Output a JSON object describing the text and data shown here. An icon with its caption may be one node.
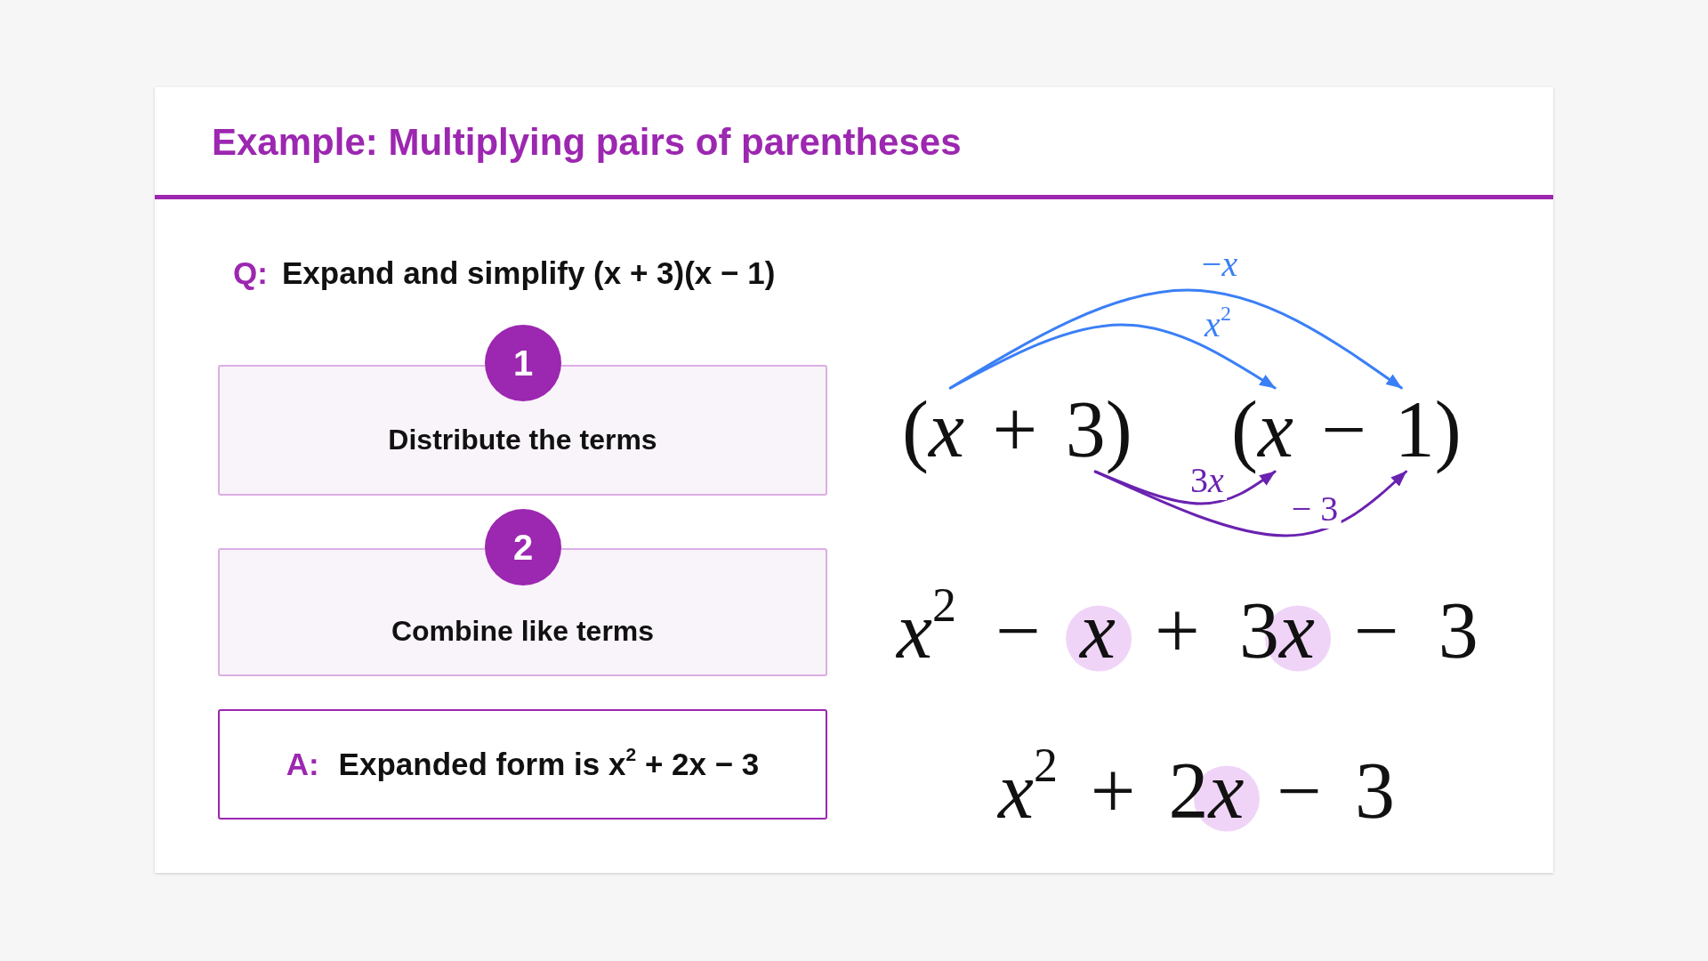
{
  "diagram": {
    "title": "Example: Multiplying pairs of parentheses",
    "nodes": [
      {
        "text": [
          "1"
        ]
      },
      {
        "text": [
          "Distribute the terms"
        ]
      },
      {
        "text": [
          "2"
        ]
      },
      {
        "text": [
          "Combine like terms"
        ]
      },
      {
        "text": [
          "A:",
          "Expanded form is x$^{2}$ + 2x − 3"
        ]
      },
      {
        "text": [
          "(x + 3)"
        ]
      },
      {
        "text": [
          "(x − 1)"
        ]
      }
    ],
    "edges": [
      {
        "from": 5,
        "to": 6,
        "arrow": "to",
        "label": "x$^{2}$",
        "color": "#3b7ff6"
      },
      {
        "from": 5,
        "to": 6,
        "arrow": "to",
        "label": "−x",
        "color": "#3b7ff6"
      },
      {
        "from": 5,
        "to": 6,
        "arrow": "to",
        "label": "3x",
        "color": "#6a22b0"
      },
      {
        "from": 5,
        "to": 6,
        "arrow": "to",
        "label": "− 3",
        "color": "#6a22b0"
      }
    ],
    "labels": [
      "Q:",
      "Expand and simplify (x + 3)(x − 1)",
      "x$^{2}$ − x + 3x − 3",
      "x$^{2}$ + 2x − 3"
    ]
  }
}
